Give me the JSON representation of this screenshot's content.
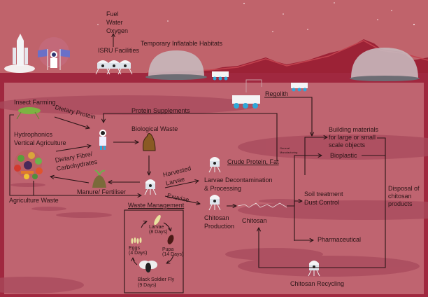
{
  "colors": {
    "sky": "#c0636b",
    "panel": "#bf6470",
    "ground_band": "#a0283f",
    "mountains": "#9c2236",
    "line": "#2a1416",
    "text": "#2a1416"
  },
  "top_scene": {
    "isru_outputs": [
      "Fuel",
      "Water",
      "Oxygen"
    ],
    "isru_label": "ISRU Facilities",
    "habitats_label": "Temporary Inflatable Habitats",
    "icons": [
      "rocket-icon",
      "astronaut-flag-icon",
      "isru-module-icon",
      "dome-habitat-icon",
      "rover-icon"
    ]
  },
  "nodes": {
    "insect_farming": "Insect Farming",
    "hydroponics": [
      "Hydrophonics",
      "Vertical Agriculture"
    ],
    "agriculture_waste": "Agriculture Waste",
    "biological_waste": "Biological Waste",
    "manure": "Manure/ Fertiliser",
    "waste_management": "Waste Management",
    "larvae_processing": [
      "Larvae Decontamination",
      "& Processing"
    ],
    "chitosan_production": [
      "Chitosan",
      "Production"
    ],
    "chitosan": "Chitosan",
    "crude_protein": "Crude Protein, Fat",
    "regolith": "Regolith",
    "general_manufacturing": [
      "General",
      "Manufacturing"
    ],
    "building_materials": [
      "Building materials",
      "for large or small",
      "scale objects"
    ],
    "bioplastic": "Bioplastic",
    "soil_treatment": [
      "Soil treatment",
      "Dust Control"
    ],
    "pharmaceutical": "Pharmaceutical",
    "disposal": [
      "Disposal of",
      "chitosan",
      "products"
    ],
    "chitosan_recycling": "Chitosan Recycling"
  },
  "edges": {
    "dietary_protein": "Dietary Protein",
    "dietary_fibre": [
      "Dietary Fibre/",
      "Carbohydrates"
    ],
    "protein_supplements": "Protein Supplements",
    "harvested_larvae": [
      "Harvested",
      "Larvae"
    ],
    "exuviae": "Exuviae"
  },
  "lifecycle": {
    "stages": [
      {
        "name": "Larvae",
        "duration": "(8 Days)"
      },
      {
        "name": "Pupa",
        "duration": "(14 Days)"
      },
      {
        "name": "Black Soldier Fly",
        "duration": "(9 Days)"
      },
      {
        "name": "Eggs",
        "duration": "(4 Days)"
      }
    ]
  }
}
